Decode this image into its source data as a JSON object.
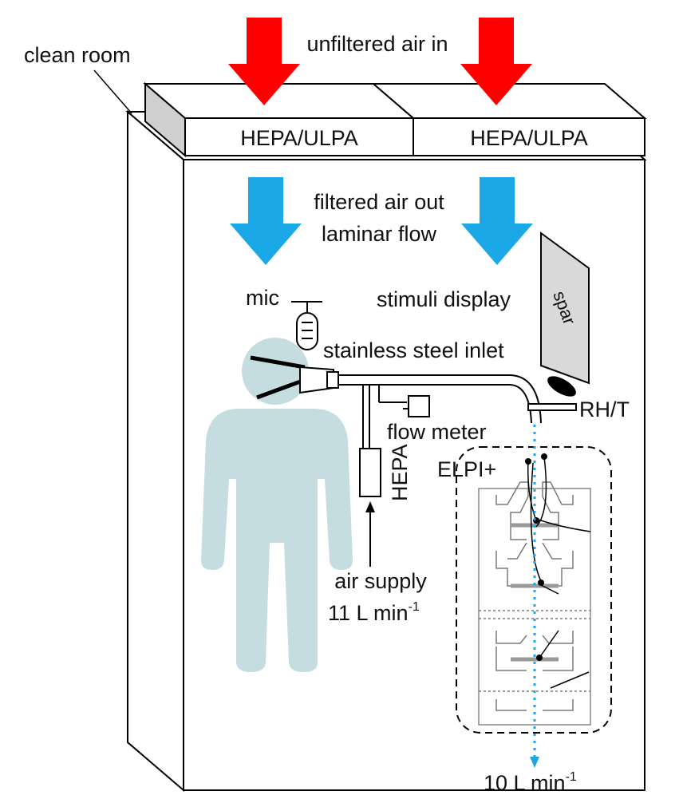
{
  "labels": {
    "clean_room": "clean room",
    "unfiltered_air": "unfiltered air in",
    "filter_left": "HEPA/ULPA",
    "filter_right": "HEPA/ULPA",
    "filtered_air_line1": "filtered air out",
    "filtered_air_line2": "laminar flow",
    "mic": "mic",
    "stimuli_display": "stimuli display",
    "display_text": "spar",
    "inlet": "stainless steel inlet",
    "rht": "RH/T",
    "flow_meter": "flow meter",
    "hepa_vertical": "HEPA",
    "elpi": "ELPI+",
    "air_supply_line1": "air supply",
    "air_supply_line2_main": "11 L min",
    "air_supply_line2_sup": "-1",
    "outflow_main": "10 L min",
    "outflow_sup": "-1"
  },
  "colors": {
    "unfiltered_arrow": "#ff0000",
    "filtered_arrow": "#1aa9e6",
    "person": "#c5dde1",
    "filter_side": "#cfcfcf",
    "display_panel": "#d9d9d9",
    "flow_dots": "#1ea6e0"
  }
}
